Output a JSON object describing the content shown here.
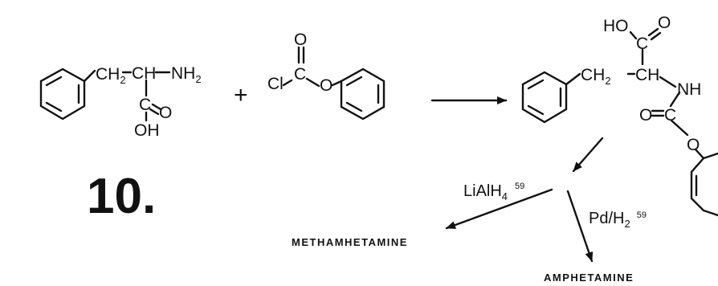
{
  "compound_number": "10.",
  "reactant_1": {
    "ch2_main": "CH",
    "ch2_sub": "2",
    "ch": "CH",
    "nh2_main": "NH",
    "nh2_sub": "2",
    "carbon": "C",
    "oxygen": "O",
    "hydroxyl": "OH"
  },
  "plus": "+",
  "reactant_2": {
    "chlorine": "Cl",
    "carbon": "C",
    "carbonyl_oxygen": "O",
    "ester_oxygen": "O"
  },
  "intermediate": {
    "ho": "HO",
    "carbon_top": "C",
    "carbonyl_oxygen_top": "O",
    "ch2_main": "CH",
    "ch2_sub": "2",
    "ch": "CH",
    "nh": "NH",
    "carbonyl_oxygen": "O",
    "carbon": "C",
    "ester_oxygen": "O"
  },
  "reagent_left": {
    "main": "LiAlH",
    "sub": "4",
    "ref": "59"
  },
  "reagent_right": {
    "main": "Pd/H",
    "sub": "2",
    "ref": "59"
  },
  "product_left": "METHAMHETAMINE",
  "product_right": "AMPHETAMINE"
}
